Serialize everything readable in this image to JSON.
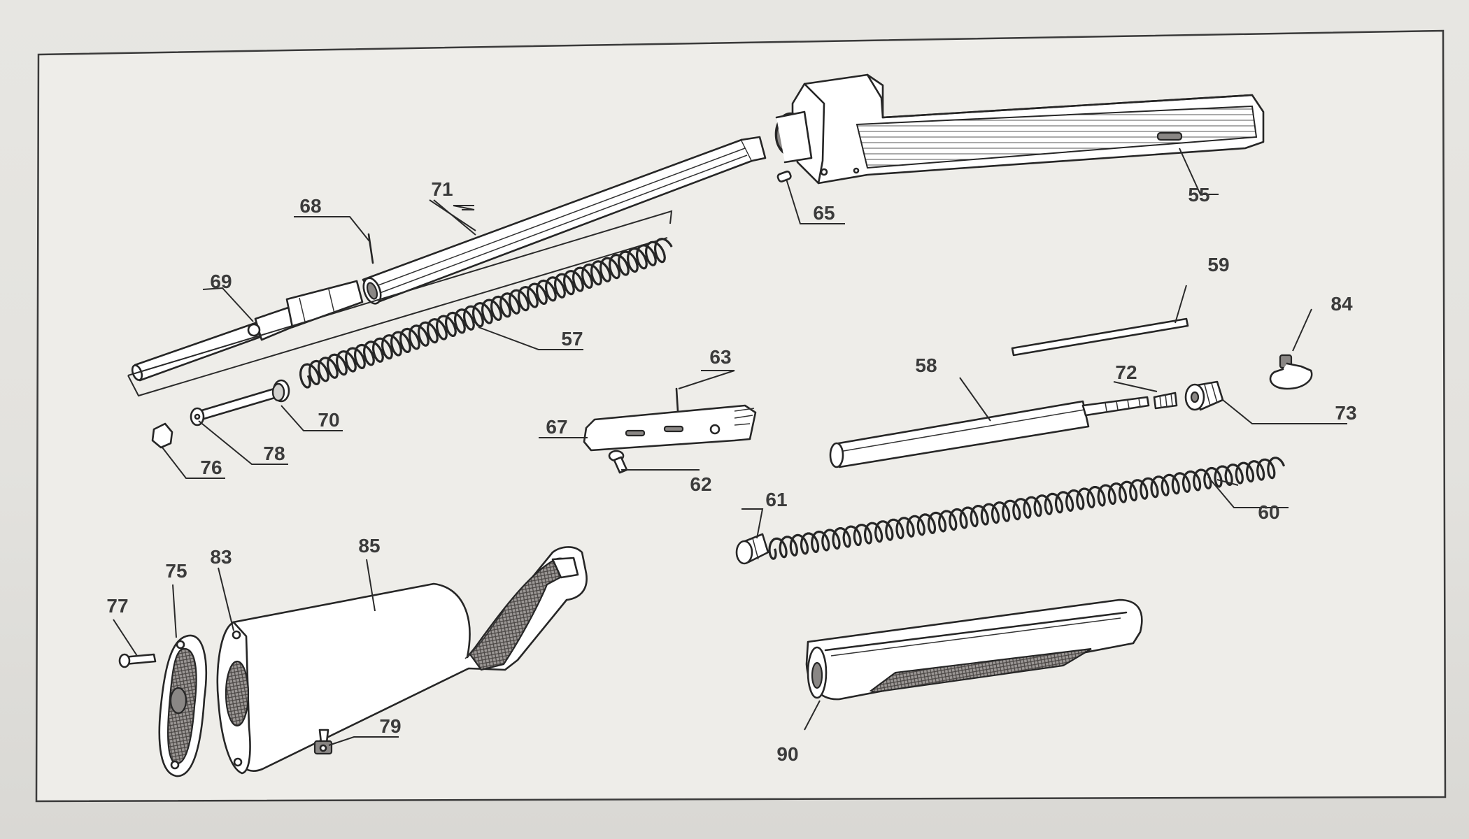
{
  "parts": [
    {
      "id": "p55",
      "label": "55"
    },
    {
      "id": "p57",
      "label": "57"
    },
    {
      "id": "p58",
      "label": "58"
    },
    {
      "id": "p59",
      "label": "59"
    },
    {
      "id": "p60",
      "label": "60"
    },
    {
      "id": "p61",
      "label": "61"
    },
    {
      "id": "p62",
      "label": "62"
    },
    {
      "id": "p63",
      "label": "63"
    },
    {
      "id": "p65",
      "label": "65"
    },
    {
      "id": "p67",
      "label": "67"
    },
    {
      "id": "p68",
      "label": "68"
    },
    {
      "id": "p69",
      "label": "69"
    },
    {
      "id": "p70",
      "label": "70"
    },
    {
      "id": "p71",
      "label": "71"
    },
    {
      "id": "p72",
      "label": "72"
    },
    {
      "id": "p73",
      "label": "73"
    },
    {
      "id": "p75",
      "label": "75"
    },
    {
      "id": "p76",
      "label": "76"
    },
    {
      "id": "p77",
      "label": "77"
    },
    {
      "id": "p78",
      "label": "78"
    },
    {
      "id": "p79",
      "label": "79"
    },
    {
      "id": "p83",
      "label": "83"
    },
    {
      "id": "p84",
      "label": "84"
    },
    {
      "id": "p85",
      "label": "85"
    },
    {
      "id": "p90",
      "label": "90"
    }
  ]
}
